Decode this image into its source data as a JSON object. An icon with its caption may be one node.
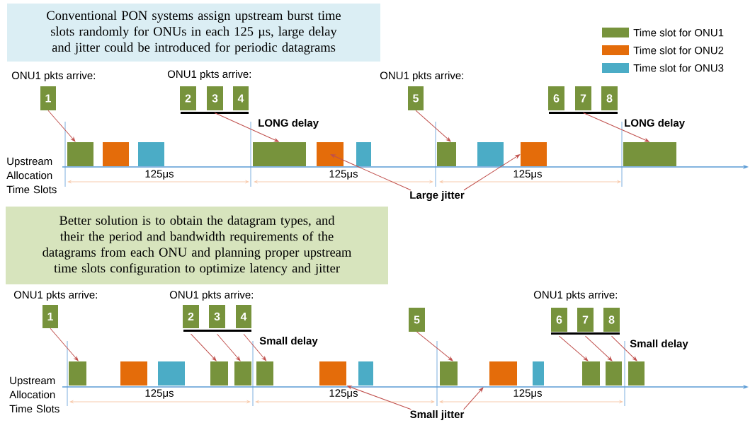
{
  "diagram": {
    "nodes": [
      {
        "text": [
          "Conventional PON systems assign upstream burst time slots randomly for ONUs in each 125 µs, large delay and jitter could be introduced for periodic datagrams"
        ]
      },
      {
        "text": [
          "1"
        ]
      },
      {
        "text": [
          "2"
        ]
      },
      {
        "text": [
          "3"
        ]
      },
      {
        "text": [
          "4"
        ]
      },
      {
        "text": [],
        "shape": "bar"
      },
      {
        "text": [
          "5"
        ]
      },
      {
        "text": [
          "6"
        ]
      },
      {
        "text": [
          "7"
        ]
      },
      {
        "text": [
          "8"
        ]
      },
      {
        "text": [],
        "shape": "bar"
      },
      {
        "text": [],
        "shape": "box"
      },
      {
        "text": [],
        "shape": "box"
      },
      {
        "text": [],
        "shape": "box"
      },
      {
        "text": [],
        "shape": "box"
      },
      {
        "text": [],
        "shape": "box"
      },
      {
        "text": [],
        "shape": "box"
      },
      {
        "text": [],
        "shape": "box"
      },
      {
        "text": [],
        "shape": "box"
      },
      {
        "text": [],
        "shape": "box"
      },
      {
        "text": [],
        "shape": "box"
      },
      {
        "text": [
          "Large jitter"
        ]
      },
      {
        "text": [
          "Better solution is to obtain the datagram types, and their the period and bandwidth requirements of the datagrams from each ONU and planning proper upstream time slots configuration to optimize latency and jitter"
        ]
      },
      {
        "text": [
          "1"
        ]
      },
      {
        "text": [
          "2"
        ]
      },
      {
        "text": [
          "3"
        ]
      },
      {
        "text": [
          "4"
        ]
      },
      {
        "text": [
          "5"
        ]
      },
      {
        "text": [
          "6"
        ]
      },
      {
        "text": [
          "7"
        ]
      },
      {
        "text": [
          "8"
        ]
      },
      {
        "text": [],
        "shape": "box"
      },
      {
        "text": [],
        "shape": "box"
      },
      {
        "text": [],
        "shape": "box"
      },
      {
        "text": [],
        "shape": "box"
      },
      {
        "text": [],
        "shape": "box"
      },
      {
        "text": [],
        "shape": "box"
      },
      {
        "text": [],
        "shape": "box"
      },
      {
        "text": [],
        "shape": "box"
      },
      {
        "text": [],
        "shape": "box"
      },
      {
        "text": [],
        "shape": "box"
      },
      {
        "text": [],
        "shape": "box"
      },
      {
        "text": [],
        "shape": "box"
      },
      {
        "text": [],
        "shape": "box"
      },
      {
        "text": [],
        "shape": "box"
      },
      {
        "text": [
          "Small jitter"
        ]
      }
    ],
    "edges": [
      {
        "from": 1,
        "to": 11,
        "arrow": "to"
      },
      {
        "from": 5,
        "to": 14,
        "arrow": "to"
      },
      {
        "from": 6,
        "to": 17,
        "arrow": "to"
      },
      {
        "from": 10,
        "to": 20,
        "arrow": "to"
      },
      {
        "from": 21,
        "to": 15,
        "arrow": "to"
      },
      {
        "from": 21,
        "to": 19,
        "arrow": "to"
      },
      {
        "from": 23,
        "to": 31,
        "arrow": "to"
      },
      {
        "from": 24,
        "to": 34,
        "arrow": "to"
      },
      {
        "from": 25,
        "to": 35,
        "arrow": "to"
      },
      {
        "from": 26,
        "to": 36,
        "arrow": "to"
      },
      {
        "from": 27,
        "to": 39,
        "arrow": "to"
      },
      {
        "from": 28,
        "to": 42,
        "arrow": "to"
      },
      {
        "from": 29,
        "to": 43,
        "arrow": "to"
      },
      {
        "from": 30,
        "to": 44,
        "arrow": "to"
      },
      {
        "from": 45,
        "to": 37,
        "arrow": "to"
      },
      {
        "from": 45,
        "to": 40,
        "arrow": "to"
      }
    ],
    "labels": [
      "ONU1 pkts arrive:",
      "ONU1 pkts arrive:",
      "ONU1 pkts arrive:",
      "LONG delay",
      "LONG delay",
      "Upstream Allocation Time Slots",
      "125μs",
      "125μs",
      "125μs",
      "ONU1 pkts arrive:",
      "ONU1 pkts arrive:",
      "ONU1 pkts arrive:",
      "Small delay",
      "Small delay",
      "Upstream Allocation Time Slots",
      "125μs",
      "125μs",
      "125μs"
    ],
    "legend": [
      {
        "text": "Time slot for ONU1",
        "color": "#77933c"
      },
      {
        "text": "Time slot for ONU2",
        "color": "#e46c0a"
      },
      {
        "text": "Time slot for ONU3",
        "color": "#4bacc6"
      }
    ]
  }
}
